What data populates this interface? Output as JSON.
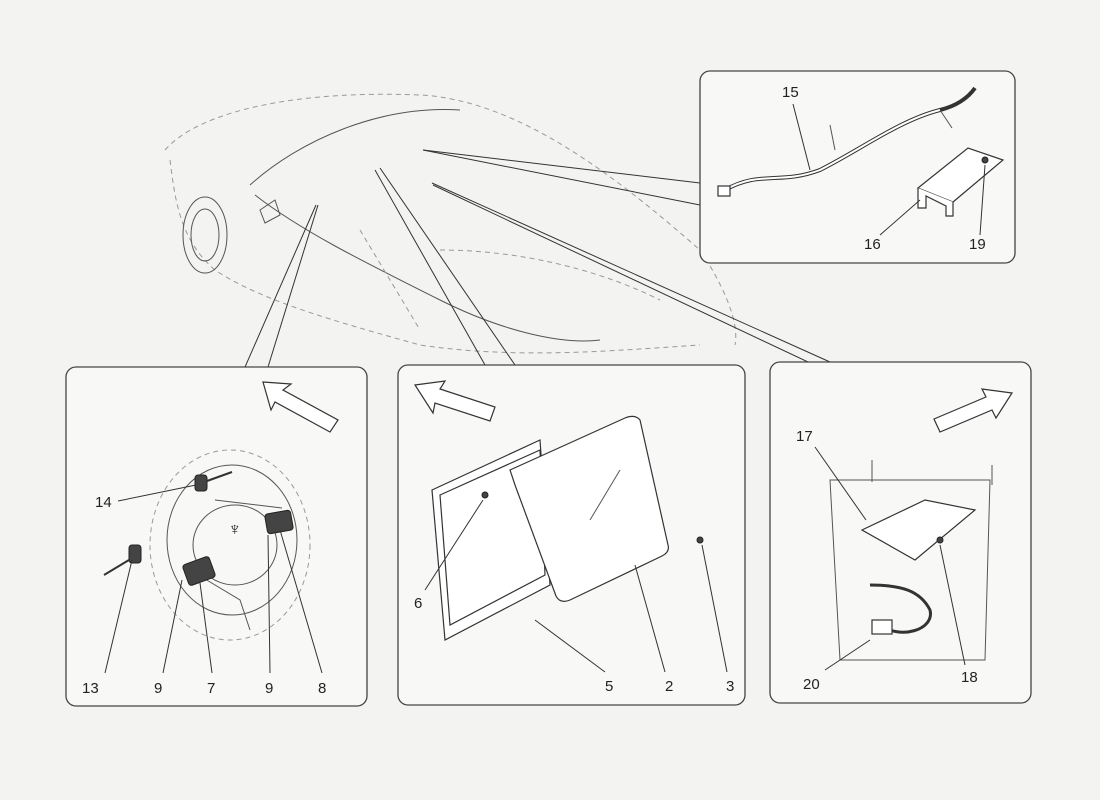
{
  "diagram": {
    "callouts": {
      "harness_panel": [
        "15",
        "16",
        "19"
      ],
      "steering_panel": [
        "14",
        "13",
        "9",
        "7",
        "9",
        "8"
      ],
      "display_panel": [
        "6",
        "5",
        "2",
        "3"
      ],
      "module_panel": [
        "17",
        "18",
        "20"
      ]
    }
  }
}
